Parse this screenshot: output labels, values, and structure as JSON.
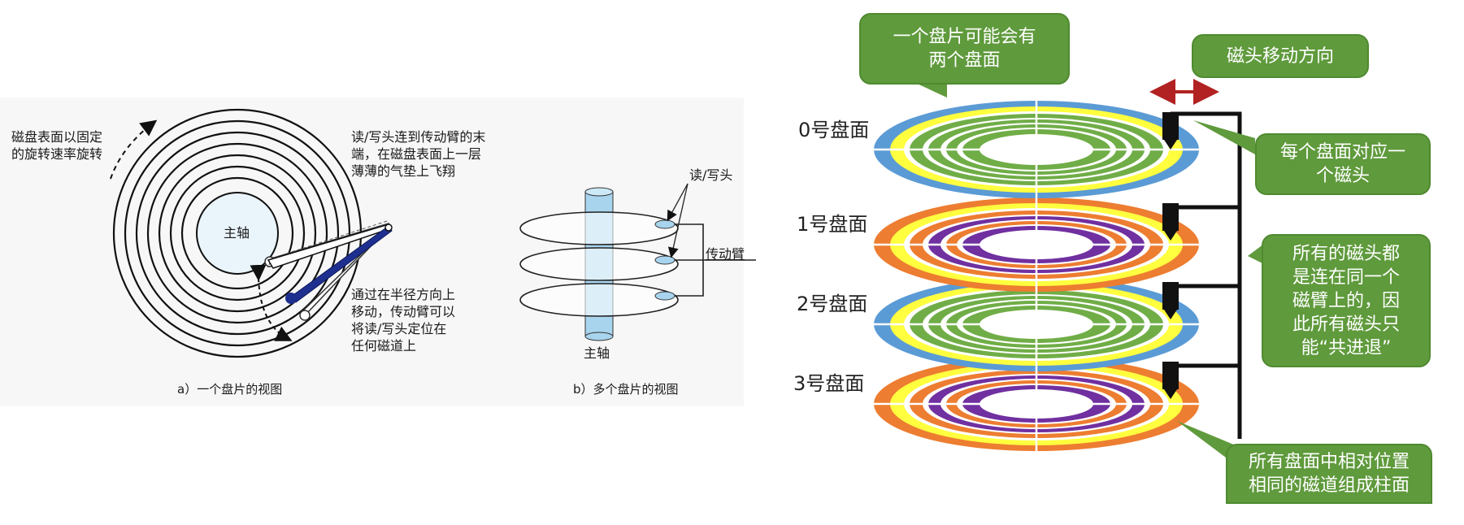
{
  "fig_a": {
    "spindle": "主轴",
    "rotation": [
      "磁盘表面以固定",
      "的旋转速率旋转"
    ],
    "head_text": [
      "读/写头连到传动臂的末",
      "端，在磁盘表面上一层",
      "薄薄的气垫上飞翔"
    ],
    "arm_text": [
      "通过在半径方向上",
      "移动，传动臂可以",
      "将读/写头定位在",
      "任何磁道上"
    ],
    "caption": "a）一个盘片的视图"
  },
  "fig_b": {
    "rw_head": "读/写头",
    "arm": "传动臂",
    "spindle": "主轴",
    "caption": "b）多个盘片的视图"
  },
  "fig_c": {
    "callout_two_sides": [
      "一个盘片可能会有",
      "两个盘面"
    ],
    "callout_direction": "磁头移动方向",
    "callout_one_head": [
      "每个盘面对应一",
      "个磁头"
    ],
    "callout_same_arm": [
      "所有的磁头都",
      "是连在同一个",
      "磁臂上的，因",
      "此所有磁头只",
      "能“共进退”"
    ],
    "callout_cylinder": [
      "所有盘面中相对位置",
      "相同的磁道组成柱面"
    ],
    "surfaces": [
      "0号盘面",
      "1号盘面",
      "2号盘面",
      "3号盘面"
    ]
  },
  "colors": {
    "callout_green": "#5f9a3c",
    "arrow_red": "#b22222",
    "ring_blue": "#5b9bd5",
    "ring_yellow": "#ffff3f",
    "ring_green": "#70ad47",
    "ring_orange": "#ed7d31",
    "ring_purple": "#7030a0",
    "arm_navy": "#1f2f8f"
  }
}
